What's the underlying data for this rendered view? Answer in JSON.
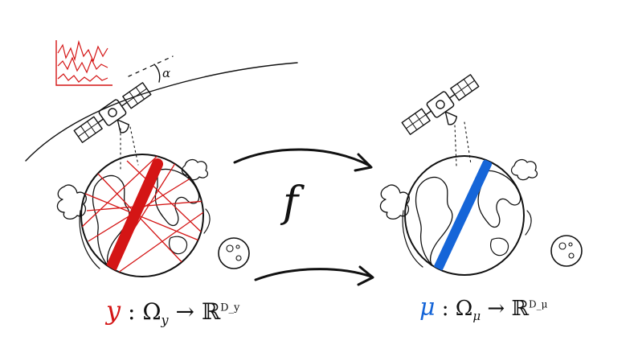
{
  "diagram": {
    "mapping_symbol": "f",
    "left_label": {
      "var": "y",
      "sep": " : ",
      "domain": "Ω",
      "sub": "y",
      "arrow": " → ",
      "codomain": "ℝ",
      "sup": "D_y"
    },
    "right_label": {
      "var": "μ",
      "sep": " : ",
      "domain": "Ω",
      "sub": "μ",
      "arrow": " → ",
      "codomain": "ℝ",
      "sup": "D_μ"
    },
    "angle_label": "α",
    "colors": {
      "ink": "#111111",
      "input": "#d41515",
      "output": "#1565d8"
    },
    "icons": [
      "satellite-icon",
      "earth-icon",
      "moon-icon",
      "cloud-icon",
      "time-series-icon"
    ]
  }
}
